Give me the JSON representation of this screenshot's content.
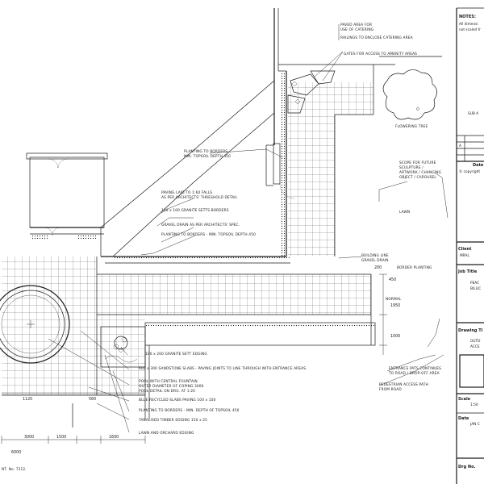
{
  "annotations": {
    "paved_area": [
      "PAVED AREA FOR",
      "USE OF CATERING"
    ],
    "railings": "RAILINGS TO ENCLOSE CATERING AREA",
    "gates": "GATES FOR ACCESS TO AMENITY AREAS",
    "flowering_tree": "FLOWERING TREE",
    "borders_top": [
      "PLANTING TO BORDERS",
      "MIN. TOPSOIL DEPTH 450"
    ],
    "scope": [
      "SCOPE FOR FUTURE",
      "SCULPTURE /",
      "ARTWORK / CHANGING",
      "OBJECT / CAROUSEL"
    ],
    "lawn": "LAWN",
    "paving_falls": [
      "PAVING LAID TO 1:60 FALLS",
      "AS PER ARCHITECTS' THRESHOLD DETAIL"
    ],
    "granite_setts_100": "100 x 100 GRANITE SETTS BORDERS",
    "gravel_drain": "GRAVEL DRAIN AS PER ARCHITECTS' SPEC.",
    "borders_mid": "PLANTING TO BORDERS - MIN. TOPSOIL DEPTH 450",
    "building_line": [
      "BUILDING LINE",
      "GRAVEL DRAIN"
    ],
    "border_planting": "BORDER PLANTING",
    "granite_sett_edging": "100 x 200 GRANITE SETT EDGING",
    "sandstone_slabs": "600 x 300 SANDSTONE SLABS - PAVING JOINTS TO LINE THROUGH WITH ENTRANCE AREAS",
    "pool": [
      "POOL WITH CENTRAL FOUNTAIN",
      "OUTER DIAMETER OF COPING 3000",
      "POOL DETAIL ON DRG. AT 1:20"
    ],
    "blue_slabs": "BLUE RECYCLED SLABS PAVING 100 x 100",
    "borders_low": "PLANTING TO BORDERS - MIN. DEPTH OF TOPSOIL 450",
    "timber_edging": "TANALISED TIMBER EDGING 150 x 25",
    "lawn_orchard": "LAWN AND ORCHARD EDGING",
    "entrance_pats": [
      "ENTRANCE PATS CONTINUES",
      "TO ROAD / DROP-OFF AREA"
    ],
    "pedestrian_path": [
      "PEDESTRIAN ACCESS PATH",
      "FROM ROAD"
    ],
    "normal": "NORMAL"
  },
  "dimensions": {
    "d200": "200",
    "d450": "450",
    "d1950": "1950",
    "d1000": "1000",
    "d1120": "1120",
    "d560": "560",
    "d3000": "3000",
    "d1500": "1500",
    "d1600": "1600",
    "d6000": "6000"
  },
  "footer_text": "NT. No. 7312.",
  "title_block": {
    "notes_heading": "NOTES:",
    "notes_line1": "All dimensi",
    "notes_line2": "not scaled fr",
    "sub_label": "SUB A",
    "rev_col_a": "A",
    "date_label": "Date",
    "copyright": "© copyright",
    "client_label": "Client",
    "client_value": "MRAL",
    "job_title_label": "Job Title",
    "job_line1": "PEAC",
    "job_line2": "BILLIC",
    "drawing_title_label": "Drawing Ti",
    "drawing_line1": "OUTD",
    "drawing_line2": "ACCE",
    "scale_label": "Scale",
    "scale_value": "1:50",
    "date2_label": "Date",
    "date2_value": "JAN C",
    "drg_label": "Drg No."
  }
}
